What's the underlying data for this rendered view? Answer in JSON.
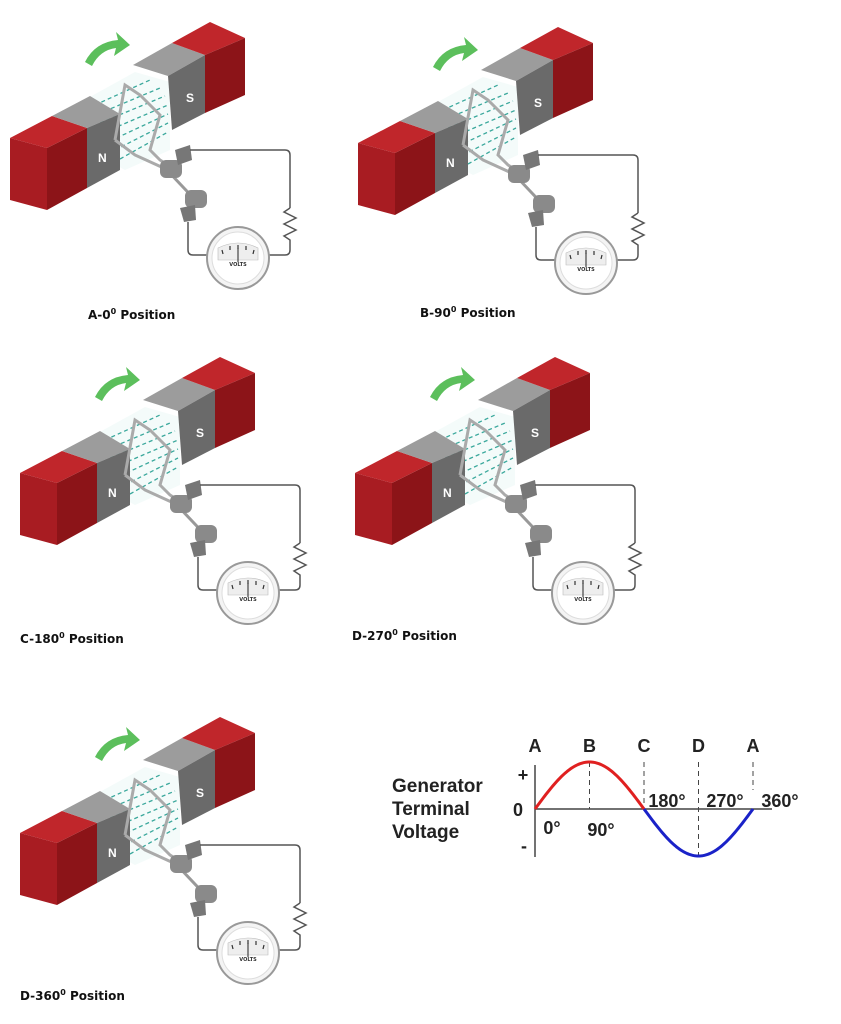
{
  "panels": [
    {
      "id": "A",
      "caption": "A-0",
      "suffix": " Position",
      "degree_mark": "0"
    },
    {
      "id": "B",
      "caption": "B-90",
      "suffix": " Position",
      "degree_mark": "0"
    },
    {
      "id": "C",
      "caption": "C-180",
      "suffix": " Position",
      "degree_mark": "0"
    },
    {
      "id": "D",
      "caption": "D-270",
      "suffix": " Position",
      "degree_mark": "0"
    },
    {
      "id": "E",
      "caption": "D-360",
      "suffix": " Position",
      "degree_mark": "0"
    }
  ],
  "magnet": {
    "north_label": "N",
    "south_label": "S",
    "meter_label": "VOLTS"
  },
  "colors": {
    "magnet_red": "#b81f25",
    "pole_gray": "#7a7a7a",
    "field_lines": "#3aa89c",
    "arrow": "#5cbf5c",
    "positive": "#e02020",
    "negative": "#1a22c8"
  },
  "chart_data": {
    "type": "line",
    "ylabel_lines": [
      "Generator",
      "Terminal",
      "Voltage"
    ],
    "y_ticks": [
      "+",
      "0",
      "-"
    ],
    "top_labels": [
      "A",
      "B",
      "C",
      "D",
      "A"
    ],
    "x_tick_labels": [
      "0°",
      "90°",
      "180°",
      "270°",
      "360°"
    ],
    "x": [
      0,
      30,
      60,
      90,
      120,
      150,
      180,
      210,
      240,
      270,
      300,
      330,
      360
    ],
    "y": [
      0,
      0.5,
      0.87,
      1,
      0.87,
      0.5,
      0,
      -0.5,
      -0.87,
      -1,
      -0.87,
      -0.5,
      0
    ],
    "xlim": [
      0,
      360
    ],
    "ylim": [
      -1,
      1
    ],
    "positive_half_color": "#e02020",
    "negative_half_color": "#1a22c8"
  }
}
